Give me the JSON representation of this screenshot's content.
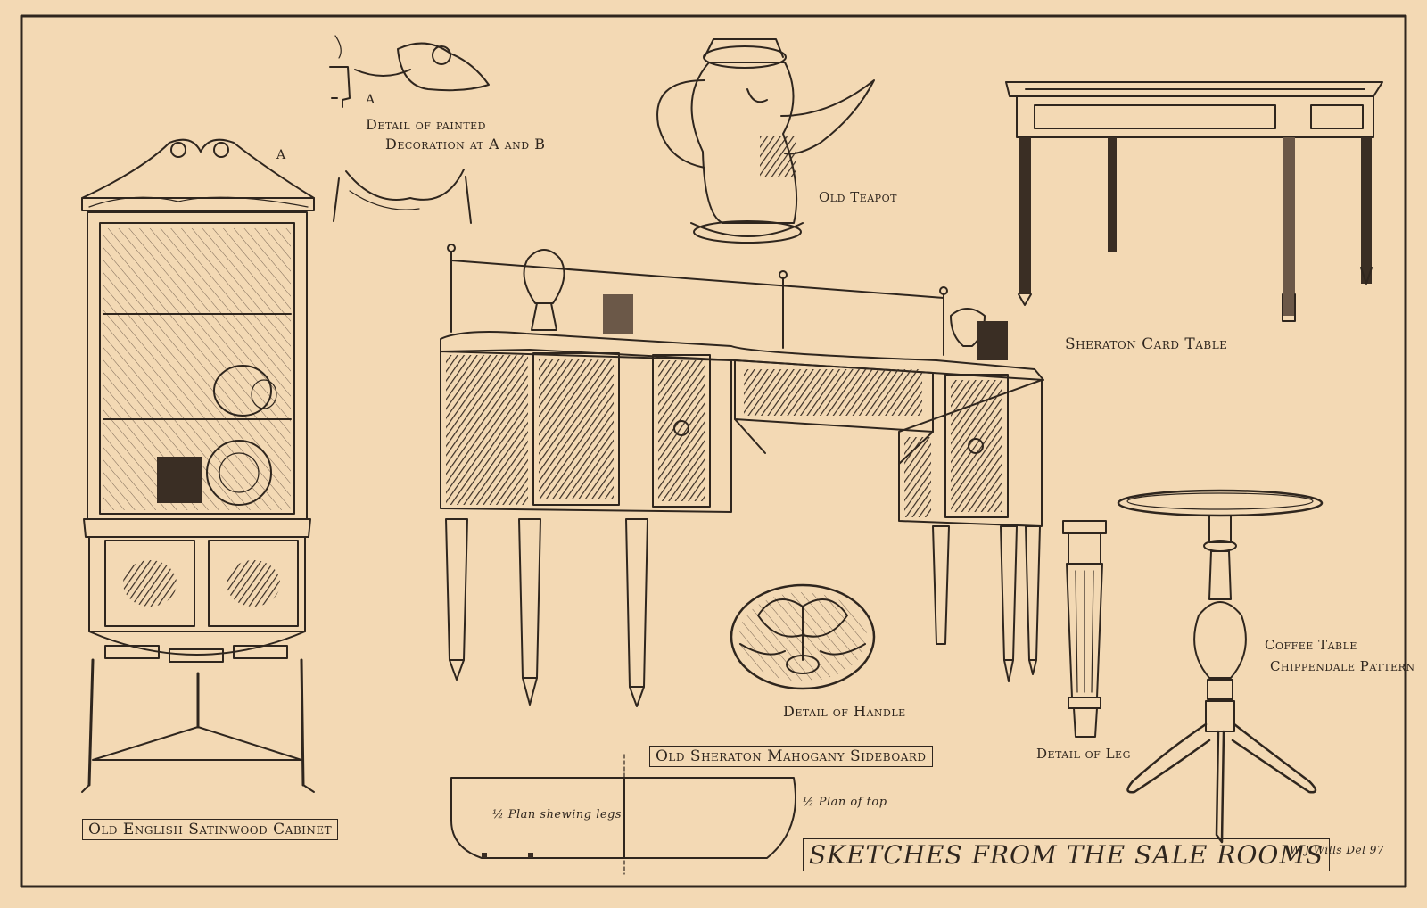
{
  "title": "SKETCHES FROM THE SALE ROOMS",
  "signature": "W J Wills Del 97",
  "labels": {
    "detail_decoration_line1": "Detail of painted",
    "detail_decoration_line2": "Decoration at A and B",
    "marker_a_top": "A",
    "marker_a_cabinet": "A",
    "teapot": "Old Teapot",
    "card_table": "Sheraton Card Table",
    "cabinet": "Old English Satinwood Cabinet",
    "sideboard": "Old Sheraton Mahogany Sideboard",
    "handle": "Detail of Handle",
    "leg": "Detail of Leg",
    "coffee_line1": "Coffee Table",
    "coffee_line2": "Chippendale Pattern",
    "plan_legs": "½ Plan shewing legs",
    "plan_top": "½ Plan of top"
  },
  "colors": {
    "paper": "#f3d9b4",
    "ink": "#2f261e"
  }
}
